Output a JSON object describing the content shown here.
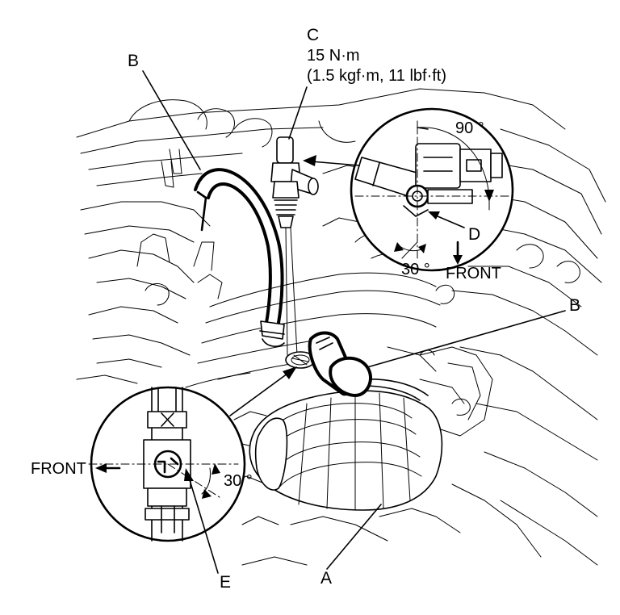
{
  "callouts": {
    "A": "A",
    "B_top": "B",
    "B_right": "B",
    "C": "C",
    "D": "D",
    "E": "E"
  },
  "torque": {
    "nm": "15 N·m",
    "imperial": "(1.5 kgf·m, 11 lbf·ft)"
  },
  "detail_top": {
    "angle_large": "90 °",
    "angle_small": "30 °",
    "direction": "FRONT"
  },
  "detail_bottom": {
    "angle": "30 °",
    "direction": "FRONT"
  },
  "colors": {
    "ink": "#000000",
    "paper": "#ffffff"
  }
}
